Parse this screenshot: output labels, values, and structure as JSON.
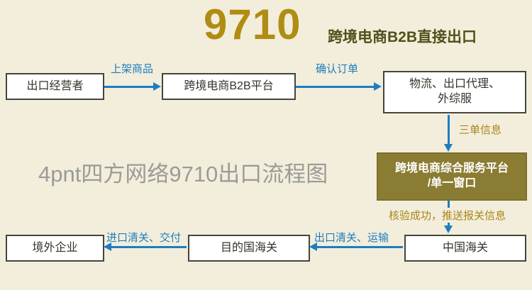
{
  "title": {
    "number": "9710",
    "subtitle": "跨境电商B2B直接出口"
  },
  "watermark": "4pnt四方网络9710出口流程图",
  "nodes": {
    "exporter": {
      "label": "出口经营者"
    },
    "b2b_platform": {
      "label": "跨境电商B2B平台"
    },
    "logistics": {
      "lines": [
        "物流、出口代理、",
        "外综服"
      ]
    },
    "service_platform": {
      "lines": [
        "跨境电商综合服务平台",
        "/单一窗口"
      ]
    },
    "china_customs": {
      "label": "中国海关"
    },
    "dest_customs": {
      "label": "目的国海关"
    },
    "overseas_company": {
      "label": "境外企业"
    }
  },
  "edges": {
    "list_goods": "上架商品",
    "confirm_order": "确认订单",
    "three_docs": "三单信息",
    "verify_push": "核验成功，推送报关信息",
    "export_clearance": "出口清关、运输",
    "import_clearance": "进口清关、交付"
  },
  "colors": {
    "background": "#f2eedb",
    "title_gold": "#b08c13",
    "subtitle_olive": "#50501b",
    "arrow_blue": "#1d7dc2",
    "label_gold": "#a9851b",
    "dark_box_bg": "#8a7c33",
    "box_border": "#45453c",
    "watermark_gray": "#9b9b97"
  }
}
